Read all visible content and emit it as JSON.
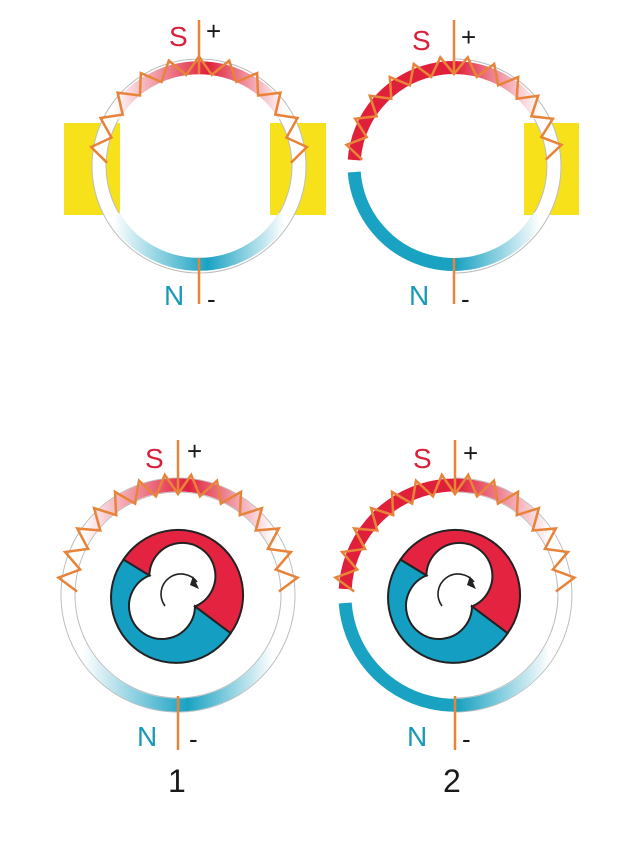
{
  "colors": {
    "south_pole": "#e0203a",
    "north_pole": "#1aa2c2",
    "coil": "#e8833a",
    "pole_shoe": "#f7e11a",
    "rotor_red": "#e3233f",
    "rotor_blue": "#139ec2"
  },
  "diagrams": [
    {
      "id": "top-left",
      "south_label": "S",
      "north_label": "N",
      "plus_sign": "+",
      "minus_sign": "-",
      "figure_number": "",
      "ring": "closed",
      "inner_part": "pole-shoes",
      "icons": [
        "yellow-pole-shoe",
        "coil-winding"
      ]
    },
    {
      "id": "top-right",
      "south_label": "S",
      "north_label": "N",
      "plus_sign": "+",
      "minus_sign": "-",
      "figure_number": "",
      "ring": "split",
      "inner_part": "pole-shoe",
      "icons": [
        "yellow-pole-shoe",
        "coil-winding"
      ]
    },
    {
      "id": "bottom-left",
      "south_label": "S",
      "north_label": "N",
      "plus_sign": "+",
      "minus_sign": "-",
      "figure_number": "1",
      "ring": "closed",
      "inner_part": "rotor",
      "icons": [
        "rotor-magnet",
        "rotation-arrow-icon",
        "coil-winding"
      ]
    },
    {
      "id": "bottom-right",
      "south_label": "S",
      "north_label": "N",
      "plus_sign": "+",
      "minus_sign": "-",
      "figure_number": "2",
      "ring": "split",
      "inner_part": "rotor",
      "icons": [
        "rotor-magnet",
        "rotation-arrow-icon",
        "coil-winding"
      ]
    }
  ]
}
